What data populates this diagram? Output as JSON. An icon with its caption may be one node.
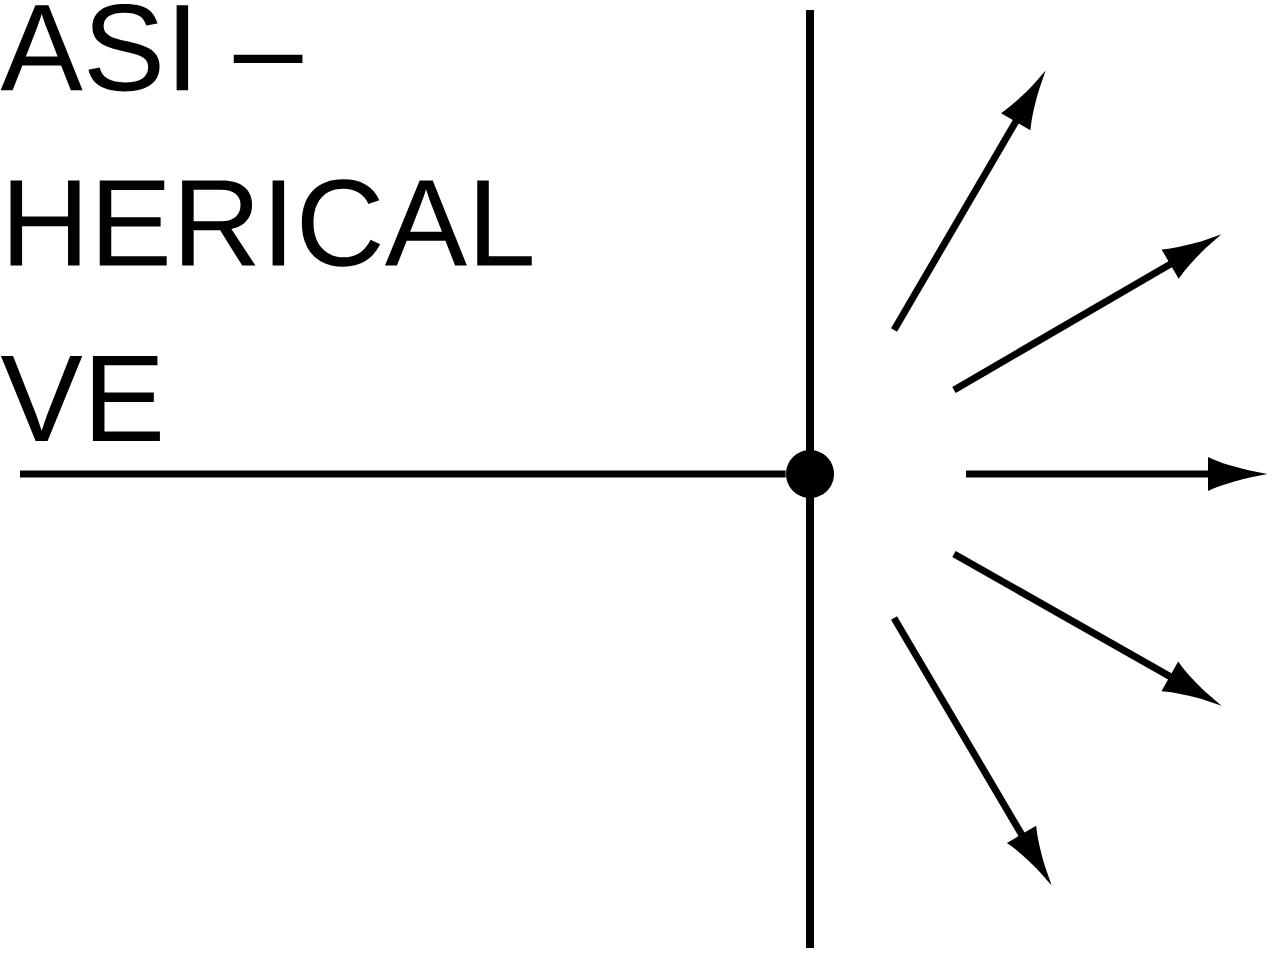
{
  "diagram": {
    "nodes": [
      {
        "text": [
          "ASI – HERICAL VE"
        ]
      },
      {
        "text": [],
        "shape": "circle"
      }
    ],
    "edges": [
      {
        "from": 0,
        "to": 1,
        "arrow": "none"
      }
    ]
  }
}
